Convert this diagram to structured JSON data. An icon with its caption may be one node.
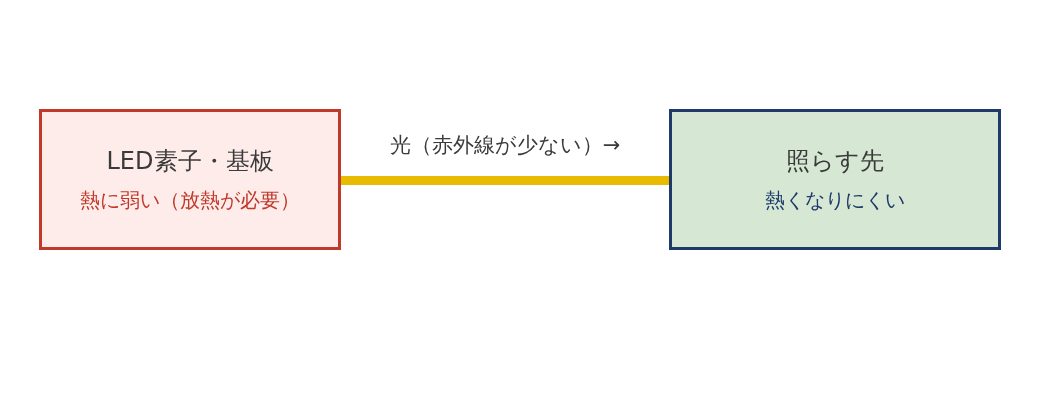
{
  "diagram": {
    "nodes": [
      {
        "text": [
          "LED素子・基板",
          "熱に弱い（放熱が必要）"
        ]
      },
      {
        "text": [
          "照らす先",
          "熱くなりにくい"
        ]
      }
    ],
    "edges": [
      {
        "from": 0,
        "to": 1,
        "arrow": "none",
        "label": "光（赤外線が少ない）→",
        "color": "#e8bb00"
      }
    ]
  }
}
